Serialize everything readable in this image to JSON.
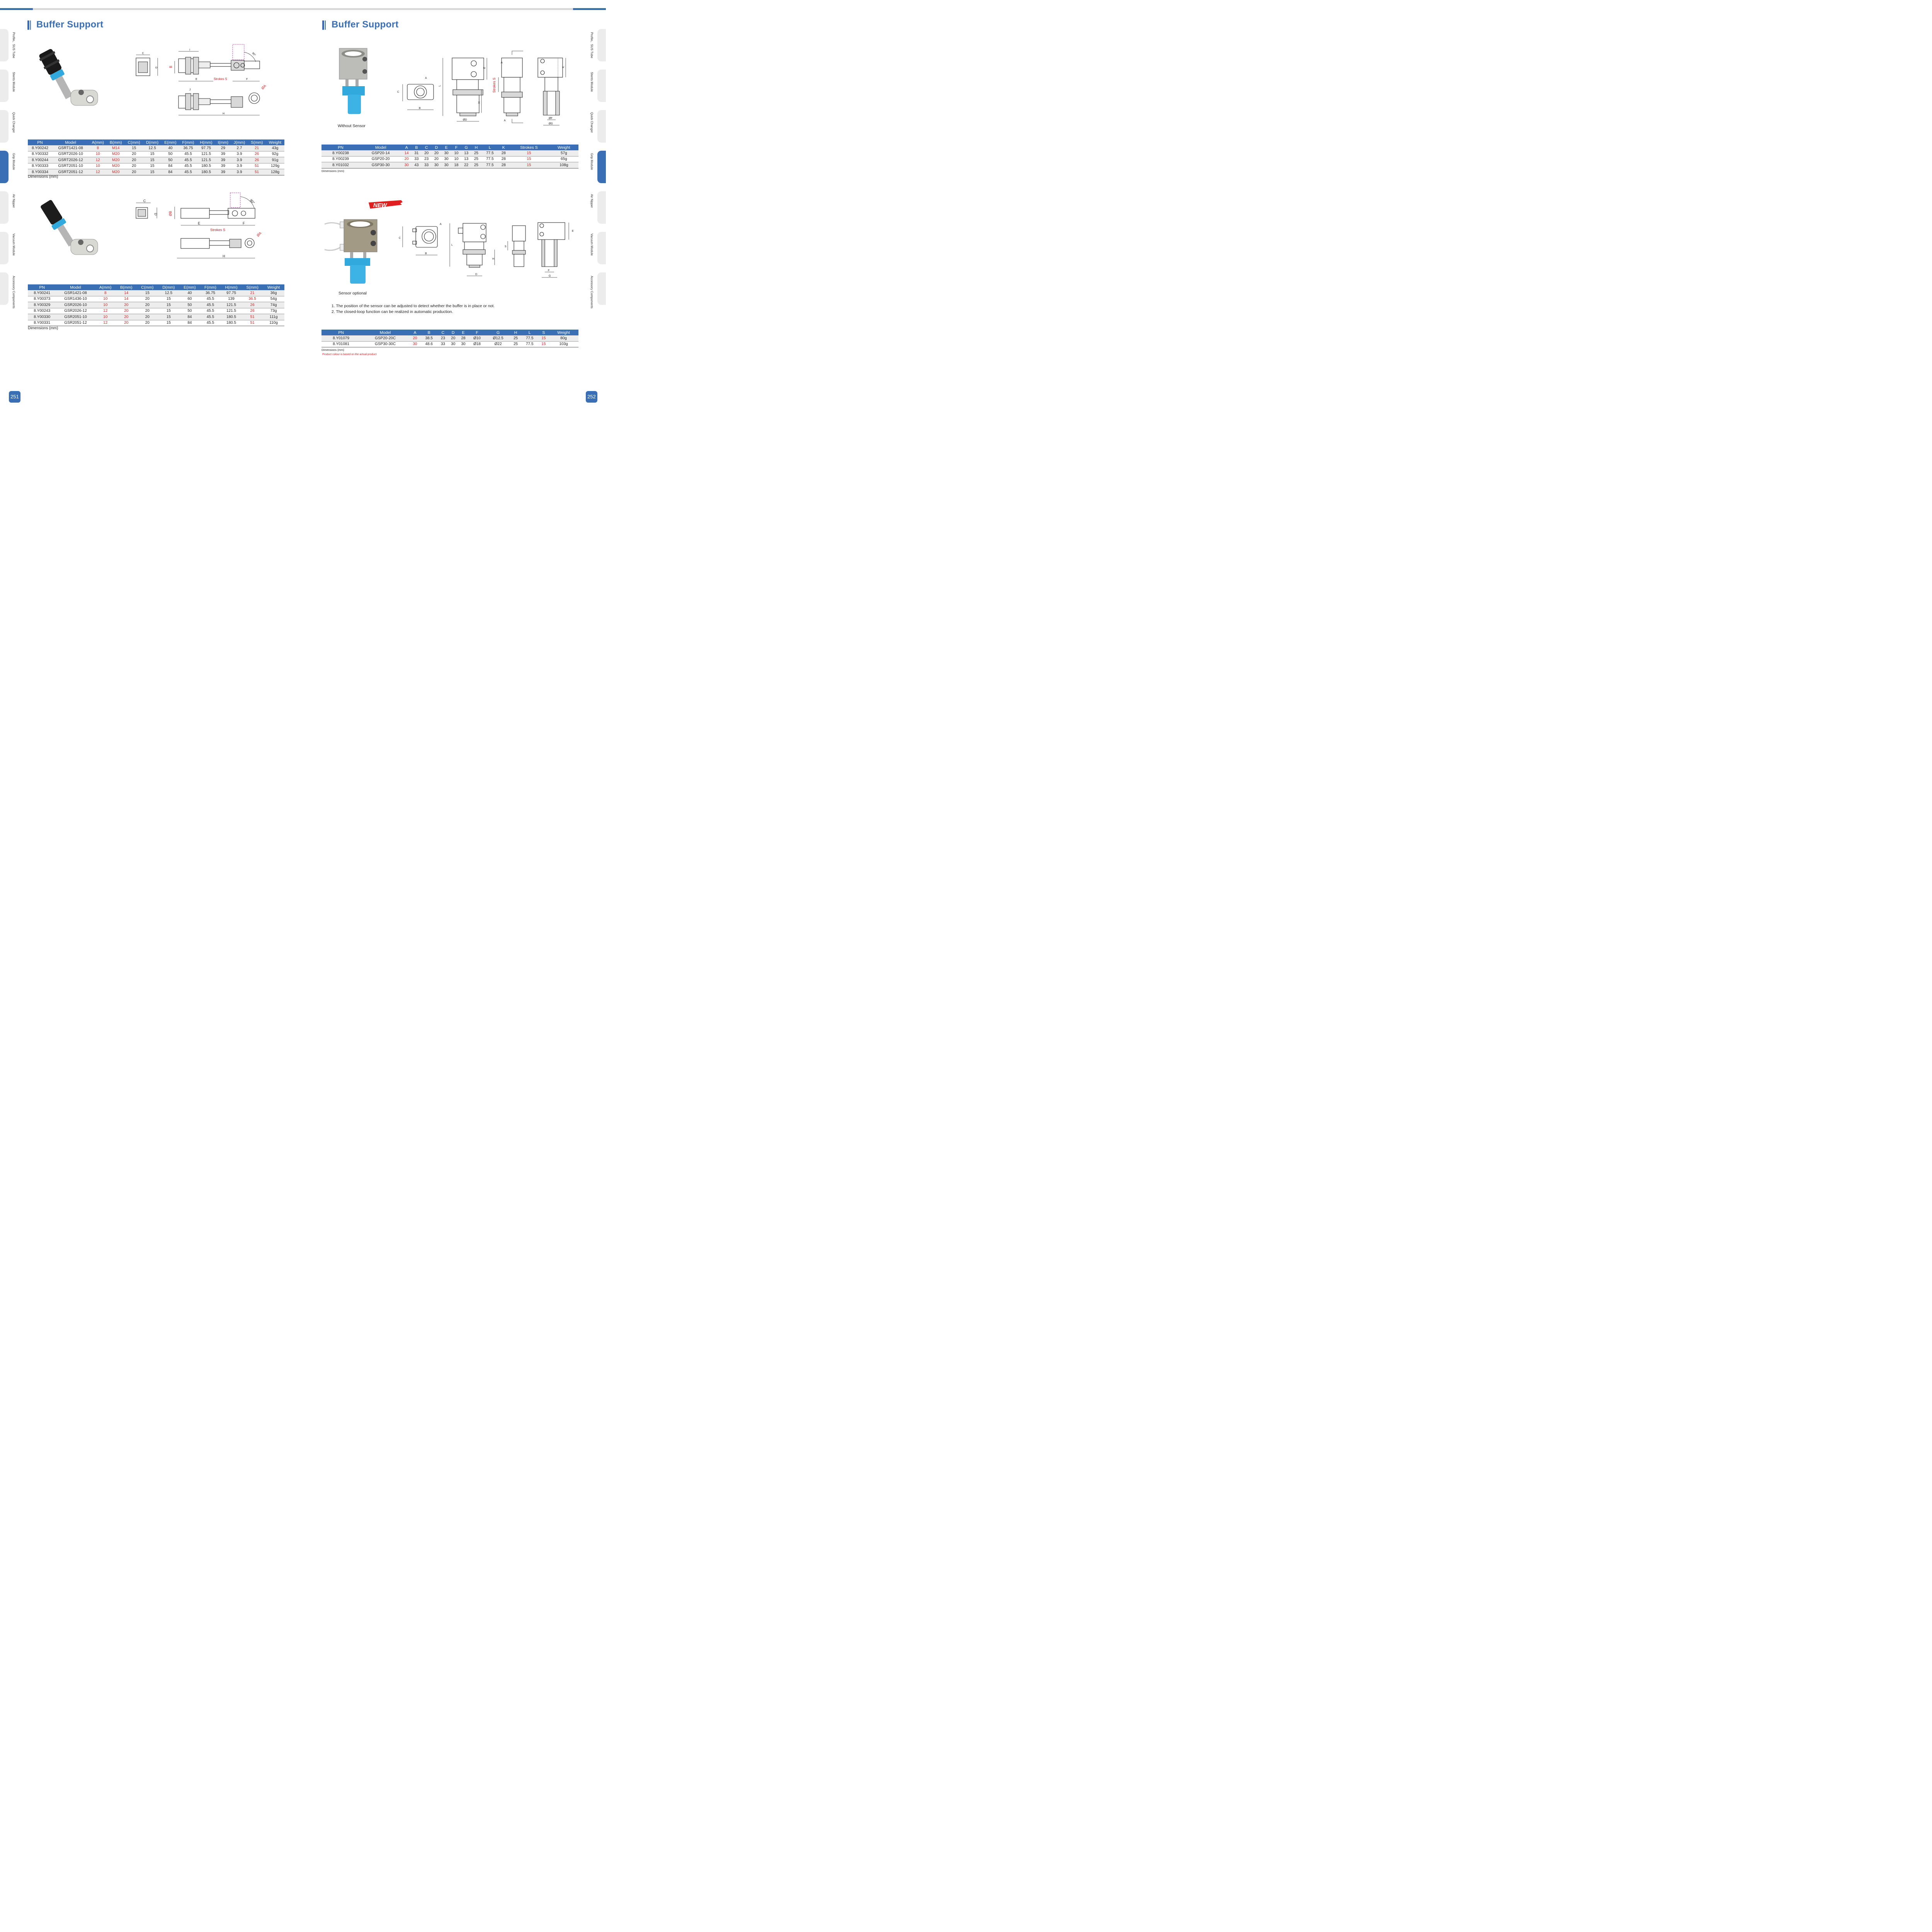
{
  "left_page": {
    "title": "Buffer Support",
    "page_number": "251",
    "table1": {
      "headers": [
        "PN",
        "Model",
        "A(mm)",
        "B(mm)",
        "C(mm)",
        "D(mm)",
        "E(mm)",
        "F(mm)",
        "H(mm)",
        "I(mm)",
        "J(mm)",
        "S(mm)",
        "Weight"
      ],
      "rows": [
        [
          "8.Y00242",
          "GSRT1421-08",
          "8",
          "M14",
          "15",
          "12.5",
          "40",
          "36.75",
          "97.75",
          "29",
          "2.7",
          "21",
          "43g"
        ],
        [
          "8.Y00332",
          "GSRT2026-10",
          "10",
          "M20",
          "20",
          "15",
          "50",
          "45.5",
          "121.5",
          "39",
          "3.9",
          "26",
          "92g"
        ],
        [
          "8.Y00244",
          "GSRT2026-12",
          "12",
          "M20",
          "20",
          "15",
          "50",
          "45.5",
          "121.5",
          "39",
          "3.9",
          "26",
          "91g"
        ],
        [
          "8.Y00333",
          "GSRT2051-10",
          "10",
          "M20",
          "20",
          "15",
          "84",
          "45.5",
          "180.5",
          "39",
          "3.9",
          "51",
          "129g"
        ],
        [
          "8.Y00334",
          "GSRT2051-12",
          "12",
          "M20",
          "20",
          "15",
          "84",
          "45.5",
          "180.5",
          "39",
          "3.9",
          "51",
          "128g"
        ]
      ],
      "caption": "Dimensions (mm)"
    },
    "table2": {
      "headers": [
        "PN",
        "Model",
        "A(mm)",
        "B(mm)",
        "C(mm)",
        "D(mm)",
        "E(mm)",
        "F(mm)",
        "H(mm)",
        "S(mm)",
        "Weight"
      ],
      "rows": [
        [
          "8.Y00241",
          "GSR1421-08",
          "8",
          "14",
          "15",
          "12.5",
          "40",
          "36.75",
          "97.75",
          "21",
          "36g"
        ],
        [
          "8.Y00373",
          "GSR1436-10",
          "10",
          "14",
          "20",
          "15",
          "60",
          "45.5",
          "139",
          "36.5",
          "54g"
        ],
        [
          "8.Y00329",
          "GSR2026-10",
          "10",
          "20",
          "20",
          "15",
          "50",
          "45.5",
          "121.5",
          "26",
          "74g"
        ],
        [
          "8.Y00243",
          "GSR2026-12",
          "12",
          "20",
          "20",
          "15",
          "50",
          "45.5",
          "121.5",
          "26",
          "73g"
        ],
        [
          "8.Y00330",
          "GSR2051-10",
          "10",
          "20",
          "20",
          "15",
          "84",
          "45.5",
          "180.5",
          "51",
          "111g"
        ],
        [
          "8.Y00331",
          "GSR2051-12",
          "12",
          "20",
          "20",
          "15",
          "84",
          "45.5",
          "180.5",
          "51",
          "110g"
        ]
      ],
      "caption": "Dimensions (mm)"
    },
    "drawing1_labels": {
      "c": "C",
      "d": "D",
      "b": "B",
      "i": "I",
      "angle": "90°",
      "e": "E",
      "strokes": "Strokes  S",
      "f": "F",
      "j": "J",
      "a": "ØA",
      "h": "H"
    },
    "drawing2_labels": {
      "c": "C",
      "d": "D",
      "b": "ØB",
      "angle": "90°",
      "e": "E",
      "f": "F",
      "strokes": "Strokes  S",
      "a": "ØA",
      "h": "H"
    }
  },
  "right_page": {
    "title": "Buffer Support",
    "page_number": "252",
    "without_sensor_label": "Without Sensor",
    "sensor_optional_label": "Sensor optional",
    "new_badge": "NEW",
    "table1": {
      "headers": [
        "PN",
        "Model",
        "A",
        "B",
        "C",
        "D",
        "E",
        "F",
        "G",
        "H",
        "L",
        "K",
        "Strokes  S",
        "Weight"
      ],
      "rows": [
        [
          "8.Y00238",
          "GSP20-14",
          "14",
          "31",
          "20",
          "20",
          "30",
          "10",
          "13",
          "25",
          "77.5",
          "28",
          "15",
          "57g"
        ],
        [
          "8.Y00239",
          "GSP20-20",
          "20",
          "33",
          "23",
          "20",
          "30",
          "10",
          "13",
          "25",
          "77.5",
          "28",
          "15",
          "65g"
        ],
        [
          "8.Y01032",
          "GSP30-30",
          "30",
          "43",
          "33",
          "30",
          "30",
          "18",
          "22",
          "25",
          "77.5",
          "28",
          "15",
          "108g"
        ]
      ],
      "caption": "Dimensions (mm)"
    },
    "notes": [
      "1. The position of the sensor can be adjusted to detect whether the buffer is in place or not.",
      "2. The closed-loop function can be realized in automatic production."
    ],
    "table2": {
      "headers": [
        "PN",
        "Model",
        "A",
        "B",
        "C",
        "D",
        "E",
        "F",
        "G",
        "H",
        "L",
        "S",
        "Weight"
      ],
      "rows": [
        [
          "8.Y01079",
          "GSP20-20C",
          "20",
          "38.5",
          "23",
          "20",
          "28",
          "Ø10",
          "Ø12.5",
          "25",
          "77.5",
          "15",
          "80g"
        ],
        [
          "8.Y01081",
          "GSP30-30C",
          "30",
          "48.6",
          "33",
          "30",
          "30",
          "Ø18",
          "Ø22",
          "25",
          "77.5",
          "15",
          "103g"
        ]
      ],
      "caption": "Dimensions (mm)",
      "footnote": "Product colour is based on the actual product"
    },
    "drawing1_labels": {
      "a": "A",
      "c": "C",
      "b": "B",
      "l": "L",
      "d": "ØD",
      "e": "E",
      "h": "H",
      "strokes": "Strokes  S",
      "a2": "A",
      "a3": "A",
      "k": "K",
      "f": "ØF",
      "g": "ØG"
    },
    "drawing2_labels": {
      "a": "A",
      "c": "C",
      "b": "B",
      "l": "L",
      "d": "D",
      "h": "H",
      "s": "S",
      "e": "E",
      "f": "F",
      "g": "G"
    }
  },
  "side_tabs": [
    "Profile、SUS  Tube",
    "Stents Module",
    "Quick Changer",
    "Grip Module",
    "Air Nipper",
    "Vacuum Module",
    "Accessory Components"
  ],
  "active_tab": "Grip Module",
  "colors": {
    "accent": "#3a6fb5",
    "highlight_red": "#e02020",
    "product_blue": "#31a9dc"
  }
}
